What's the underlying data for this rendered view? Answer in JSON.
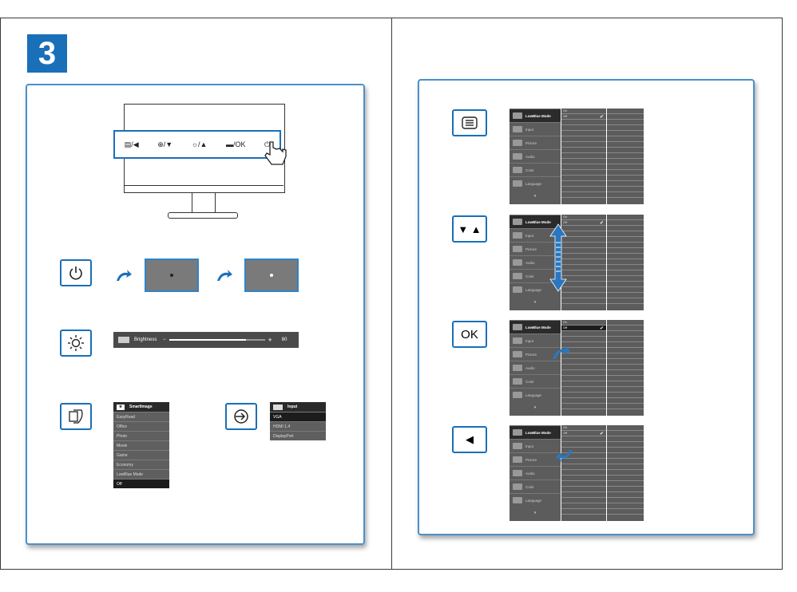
{
  "step_number": "3",
  "monitor": {
    "buttons": [
      "▤/◀",
      "⊕/▼",
      "☼/▲",
      "▬/OK",
      "⏻"
    ]
  },
  "power_row": {
    "icon": "power-icon"
  },
  "brightness": {
    "label": "Brightness",
    "value": "80",
    "level": 0.8
  },
  "smartimage_menu": {
    "title": "SmartImage",
    "items": [
      "EasyRead",
      "Office",
      "Photo",
      "Movie",
      "Game",
      "Economy",
      "LowBlue Mode",
      "Off"
    ],
    "selected": "Off"
  },
  "input_menu": {
    "title": "Input",
    "items": [
      "VGA",
      "HDMI 1.4",
      "DisplayPort"
    ],
    "selected": "VGA"
  },
  "osd_steps": [
    {
      "key": "menu-icon",
      "key_label": ""
    },
    {
      "key": "down-up-icon",
      "key_label": "▼ ▲"
    },
    {
      "key": "ok",
      "key_label": "OK"
    },
    {
      "key": "left-icon",
      "key_label": "◀"
    }
  ],
  "osd": {
    "items": [
      "LowBlue Mode",
      "Input",
      "Picture",
      "Audio",
      "Color",
      "Language"
    ],
    "sub_items": [
      "On",
      "Off"
    ],
    "more": "▾"
  },
  "colors": {
    "accent": "#1a6fb9",
    "screen": "#7a7a7a"
  }
}
